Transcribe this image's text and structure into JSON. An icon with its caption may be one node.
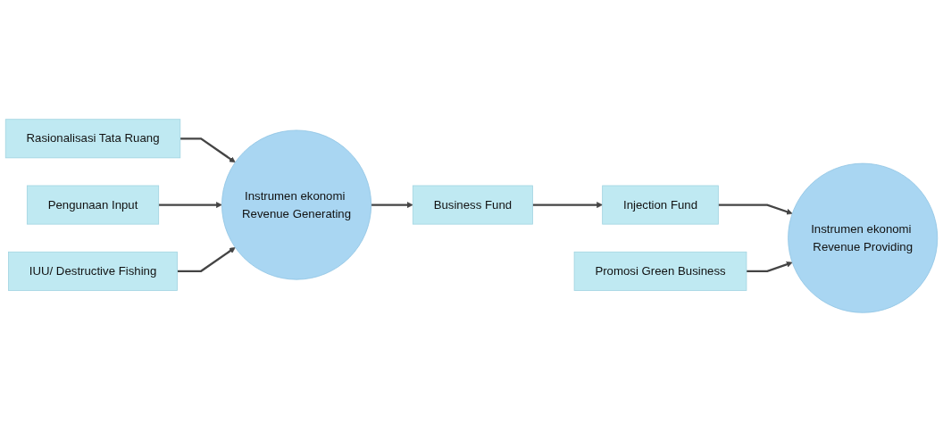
{
  "diagram": {
    "nodes": [
      {
        "text": [
          "Rasionalisasi Tata Ruang"
        ]
      },
      {
        "text": [
          "Pengunaan Input"
        ]
      },
      {
        "text": [
          "IUU/ Destructive Fishing"
        ]
      },
      {
        "text": [
          "Instrumen ekonomi Revenue Generating"
        ]
      },
      {
        "text": [
          "Instrumen ekonomi Revenue Providing"
        ]
      },
      {
        "text": [
          "Promosi Green Business"
        ]
      },
      {
        "text": [
          "Business Fund"
        ]
      },
      {
        "text": [
          "Injection Fund"
        ]
      }
    ],
    "edges": [
      {
        "from": 0,
        "to": 3,
        "arrow": "to"
      },
      {
        "from": 1,
        "to": 3,
        "arrow": "to"
      },
      {
        "from": 2,
        "to": 3,
        "arrow": "to"
      },
      {
        "from": 3,
        "to": 6,
        "arrow": "to"
      },
      {
        "from": 6,
        "to": 7,
        "arrow": "to"
      },
      {
        "from": 7,
        "to": 4,
        "arrow": "to"
      },
      {
        "from": 5,
        "to": 4,
        "arrow": "to"
      }
    ]
  }
}
